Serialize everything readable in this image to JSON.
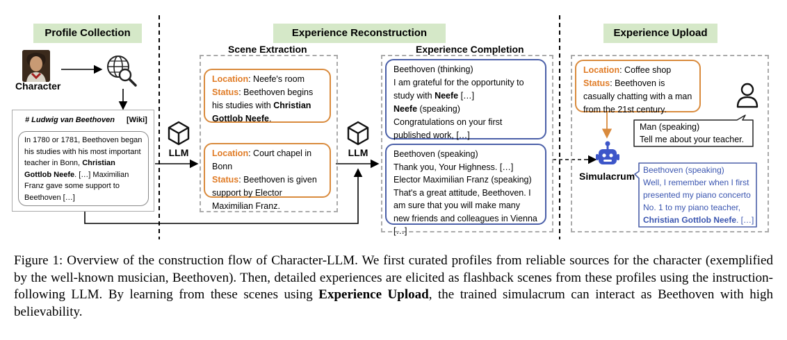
{
  "headers": {
    "profile": "Profile Collection",
    "reconstruction": "Experience Reconstruction",
    "upload": "Experience Upload"
  },
  "subheaders": {
    "scene": "Scene Extraction",
    "completion": "Experience Completion"
  },
  "character_label": "Character",
  "wiki": {
    "title": "# Ludwig van Beethoven",
    "tag": "[Wiki]",
    "text_a": "In 1780 or 1781, Beethoven began his studies with his most important teacher in Bonn,",
    "text_bold": "Christian Gottlob Neefe",
    "text_b": ". […] Maximilian Franz gave some support to Beethoven […]"
  },
  "llm_label": "LLM",
  "scene1": {
    "loc_label": "Location",
    "loc_value": ": Neefe's room",
    "status_label": "Status",
    "status_value": ": Beethoven begins his studies with",
    "status_bold": "Christian Gottlob Neefe",
    "status_end": "."
  },
  "scene2": {
    "loc_label": "Location",
    "loc_value": ": Court chapel in Bonn",
    "status_label": "Status",
    "status_value": ": Beethoven is given support by Elector Maximilian Franz."
  },
  "comp1": {
    "l1": "Beethoven (thinking)",
    "l2a": "I am grateful for the opportunity to study with",
    "l2b": "Neefe",
    "l2c": " […]",
    "l3": "Neefe",
    "l3b": " (speaking)",
    "l4": "Congratulations on your first published work, […]"
  },
  "comp2": {
    "l1": "Beethoven (speaking)",
    "l2": "Thank you, Your Highness. […]",
    "l3": "Elector Maximilian Franz (speaking)",
    "l4": "That's a great attitude, Beethoven. I am sure that you will make many new friends and colleagues in Vienna […]"
  },
  "upload_scene": {
    "loc_label": "Location",
    "loc_value": ": Coffee shop",
    "status_label": "Status",
    "status_value": ": Beethoven is casually chatting with a man from the 21st century."
  },
  "man_bubble": {
    "l1": "Man (speaking)",
    "l2": "Tell me about your teacher."
  },
  "simulacrum_label": "Simulacrum",
  "sim_bubble": {
    "l1": "Beethoven (speaking)",
    "l2": "Well, I remember when I first presented my piano concerto No. 1 to my piano teacher,",
    "l3": "Christian Gottlob Neefe",
    "l4": ". […]"
  },
  "caption": {
    "text1": "Figure 1: Overview of the construction flow of Character-LLM. We first curated profiles from reliable sources for the character (exemplified by the well-known musician, Beethoven). Then, detailed experiences are elicited as flashback scenes from these profiles using the instruction-following LLM. By learning from these scenes using",
    "bold": "Experience Upload",
    "text2": ", the trained simulacrum can interact as Beethoven with high believability."
  },
  "colors": {
    "header_bg": "#d5e8c8",
    "orange": "#d98a3c",
    "label_orange": "#e07b25",
    "blue": "#4a5fa8",
    "sim_text": "#3a55b0"
  }
}
